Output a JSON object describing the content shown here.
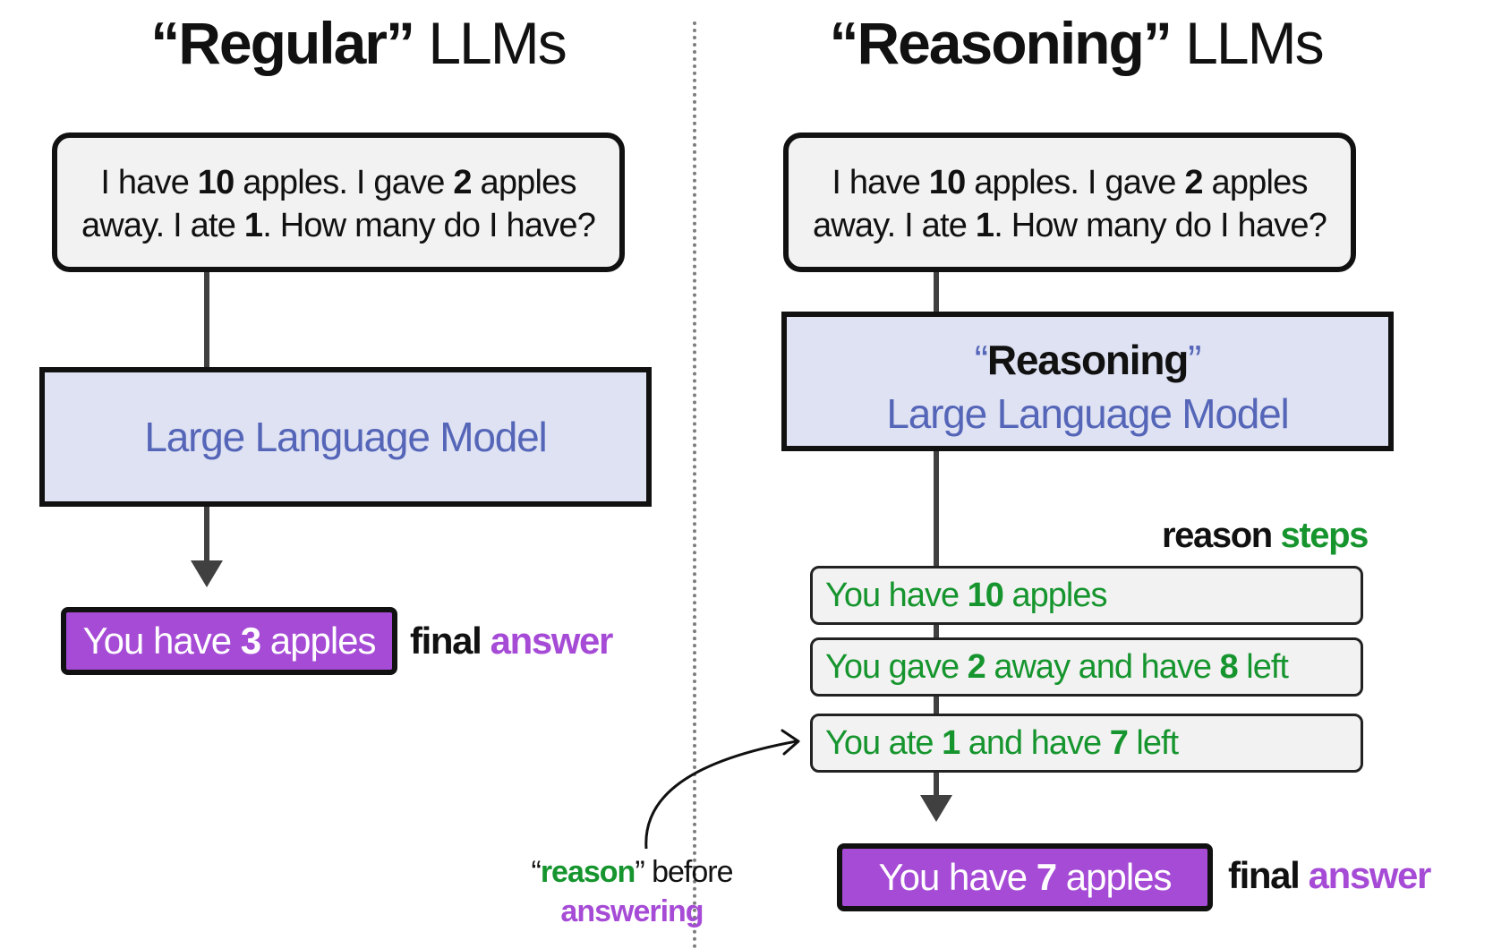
{
  "left": {
    "title_quoted": "Regular",
    "title_rest": "LLMs",
    "prompt": {
      "line1_a": "I have ",
      "line1_b": "10",
      "line1_c": " apples. I gave ",
      "line1_d": "2",
      "line1_e": " apples",
      "line2_a": "away. I ate ",
      "line2_b": "1",
      "line2_c": ". How many do I have?"
    },
    "model_name": "Large Language Model",
    "answer": {
      "a": "You have ",
      "b": "3",
      "c": " apples"
    },
    "final_label": {
      "a": "final ",
      "b": "answer"
    }
  },
  "right": {
    "title_quoted": "Reasoning",
    "title_rest": "LLMs",
    "prompt": {
      "line1_a": "I have ",
      "line1_b": "10",
      "line1_c": " apples. I gave ",
      "line1_d": "2",
      "line1_e": " apples",
      "line2_a": "away. I ate ",
      "line2_b": "1",
      "line2_c": ". How many do I have?"
    },
    "model_tag": "Reasoning",
    "model_name": "Large Language Model",
    "steps_label": {
      "a": "reason ",
      "b": "steps"
    },
    "steps": [
      {
        "a": "You have ",
        "b": "10",
        "c": " apples",
        "d": "",
        "e": ""
      },
      {
        "a": "You gave ",
        "b": "2",
        "c": " away and have ",
        "d": "8",
        "e": " left"
      },
      {
        "a": "You ate ",
        "b": "1",
        "c": " and have ",
        "d": "7",
        "e": " left"
      }
    ],
    "answer": {
      "a": "You have ",
      "b": "7",
      "c": " apples"
    },
    "final_label": {
      "a": "final ",
      "b": "answer"
    }
  },
  "annotation": {
    "open_quote": "“",
    "word1": "reason",
    "mid": "” before",
    "word2": "answering"
  },
  "colors": {
    "model_fill": "#dfe2f3",
    "model_text": "#5566b8",
    "answer_fill": "#a64bd6",
    "step_text": "#16952e",
    "box_fill": "#f2f2f2"
  }
}
